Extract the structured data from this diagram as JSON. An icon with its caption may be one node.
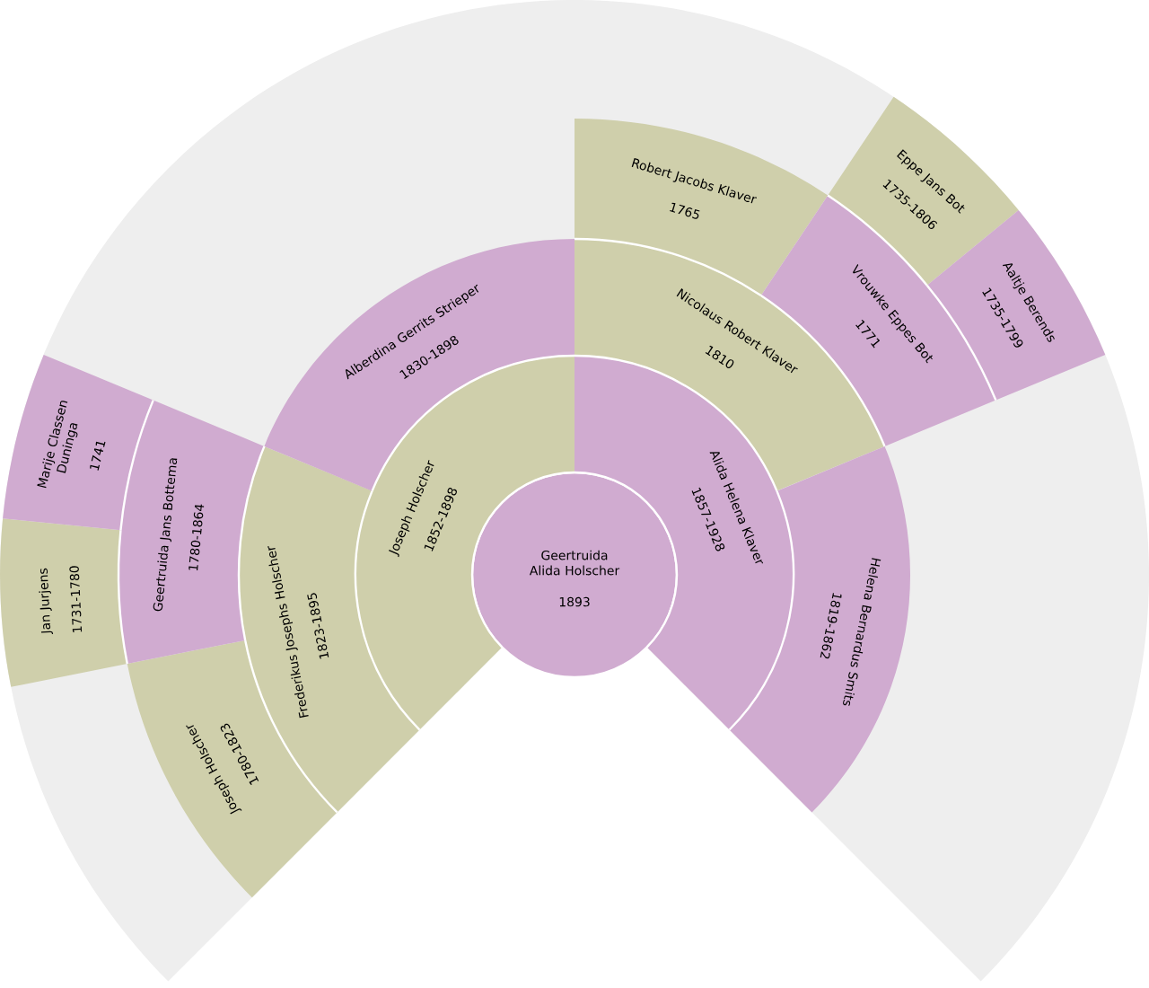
{
  "diagram": {
    "nodes": [
      {
        "text": [
          "Geertruida Alida Holscher",
          "1893"
        ]
      },
      {
        "text": [
          "Joseph Holscher",
          "1852-1898"
        ]
      },
      {
        "text": [
          "Alida Helena Klaver",
          "1857-1928"
        ]
      },
      {
        "text": [
          "Frederikus Josephs Holscher",
          "1823-1895"
        ]
      },
      {
        "text": [
          "Alberdina Gerrits Strieper",
          "1830-1898"
        ]
      },
      {
        "text": [
          "Nicolaus Robert Klaver",
          "1810"
        ]
      },
      {
        "text": [
          "Helena Bernardus Smits",
          "1819-1862"
        ]
      },
      {
        "text": [
          "Joseph Holscher",
          "1780-1823"
        ]
      },
      {
        "text": [
          "Geertruida Jans Bottema",
          "1780-1864"
        ]
      },
      {
        "text": [
          "Robert Jacobs Klaver",
          "1765"
        ]
      },
      {
        "text": [
          "Vrouwke Eppes Bot",
          "1771"
        ]
      },
      {
        "text": [
          "Jan Jurjens",
          "1731-1780"
        ]
      },
      {
        "text": [
          "Marije Classen Duninga",
          "1741"
        ]
      },
      {
        "text": [
          "Eppe Jans Bot",
          "1735-1806"
        ]
      },
      {
        "text": [
          "Aaltje Berends",
          "1735-1799"
        ]
      }
    ]
  }
}
